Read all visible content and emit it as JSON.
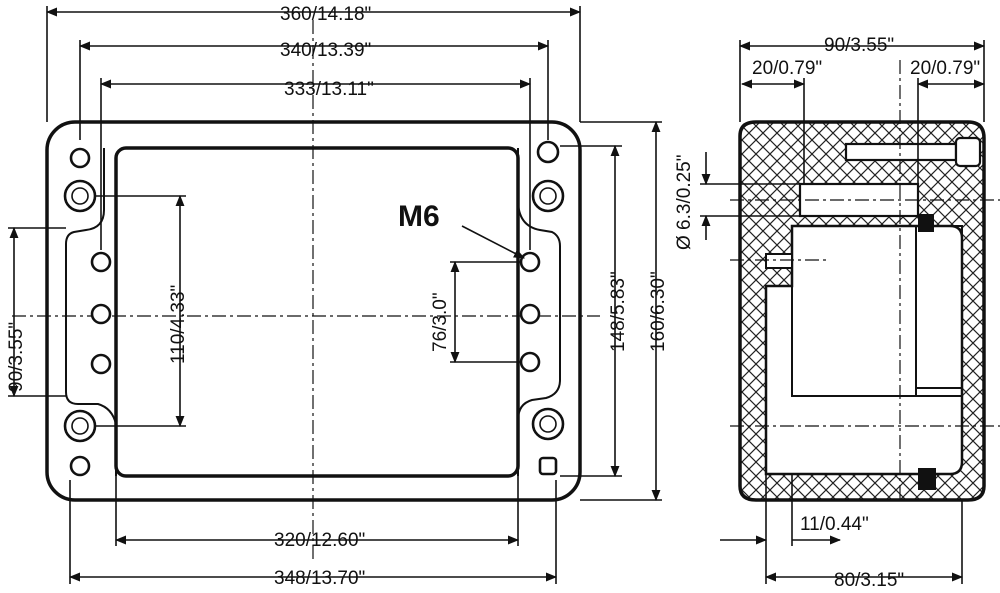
{
  "front_view": {
    "dims": {
      "overall_width": "360/14.18\"",
      "frame_width": "340/13.39\"",
      "hole_span_top": "333/13.11\"",
      "inner_width": "320/12.60\"",
      "base_width": "348/13.70\"",
      "left_height": "90/3.55\"",
      "hole_span_vertical": "110/4.33\"",
      "small_span": "76/3.0\"",
      "inner_height": "148/5.83\"",
      "overall_height": "160/6.30\""
    },
    "callout": "M6"
  },
  "side_view": {
    "dims": {
      "depth": "90/3.55\"",
      "left_offset": "20/0.79\"",
      "right_offset": "20/0.79\"",
      "hole_diameter": "Ø 6.3/0.25\"",
      "bottom_gap": "11/0.44\"",
      "base_depth": "80/3.15\""
    }
  }
}
